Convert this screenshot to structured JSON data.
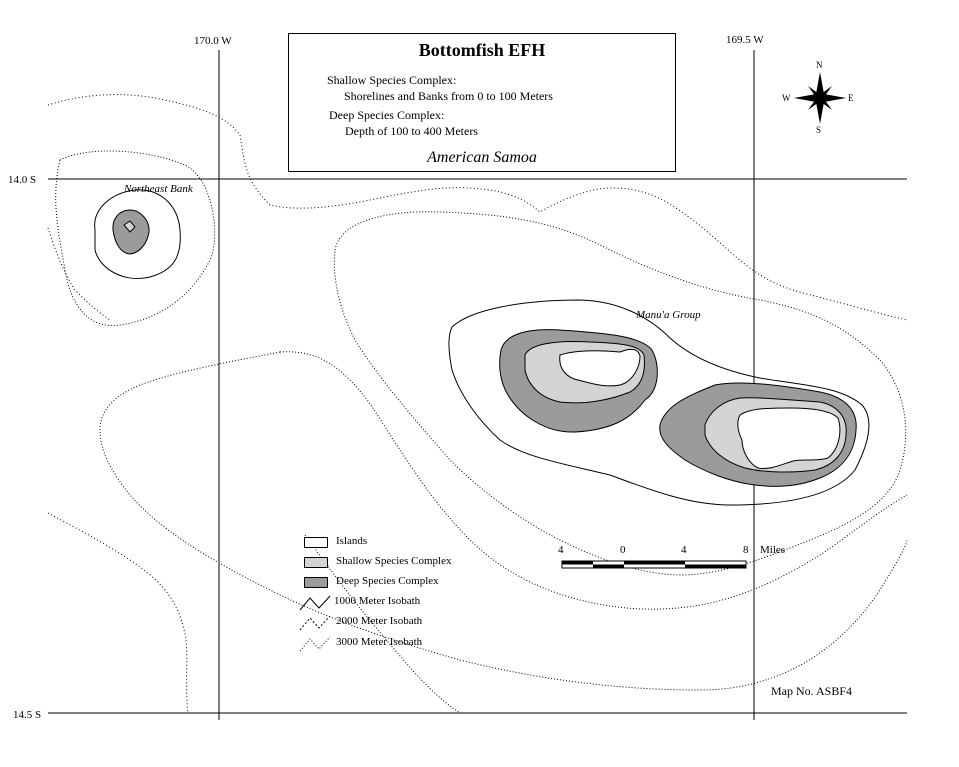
{
  "title": "Bottomfish EFH",
  "shallow_heading": "Shallow Species Complex:",
  "shallow_desc": "Shorelines and Banks from 0 to 100 Meters",
  "deep_heading": "Deep Species Complex:",
  "deep_desc": "Depth of 100 to 400 Meters",
  "region": "American Samoa",
  "grid": {
    "lon_labels": [
      "170.0 W",
      "169.5 W"
    ],
    "lat_labels": [
      "14.0 S",
      "14.5 S"
    ]
  },
  "place_labels": {
    "northeast_bank": "Northeast Bank",
    "manua_group": "Manu'a Group"
  },
  "compass": {
    "n": "N",
    "s": "S",
    "e": "E",
    "w": "W"
  },
  "scale": {
    "ticks": [
      "4",
      "0",
      "4",
      "8"
    ],
    "unit": "Miles"
  },
  "legend": [
    {
      "label": "Islands",
      "fill": "#ffffff"
    },
    {
      "label": "Shallow Species Complex",
      "fill": "#d4d4d4"
    },
    {
      "label": "Deep Species Complex",
      "fill": "#9b9b9b"
    },
    {
      "label": "1000 Meter Isobath",
      "dash": "solid"
    },
    {
      "label": "2000 Meter Isobath",
      "dash": "dashed"
    },
    {
      "label": "3000 Meter Isobath",
      "dash": "dotted"
    }
  ],
  "colors": {
    "shallow": "#d4d4d4",
    "deep": "#9b9b9b",
    "island": "#ffffff"
  },
  "map_number": "Map No. ASBF4"
}
